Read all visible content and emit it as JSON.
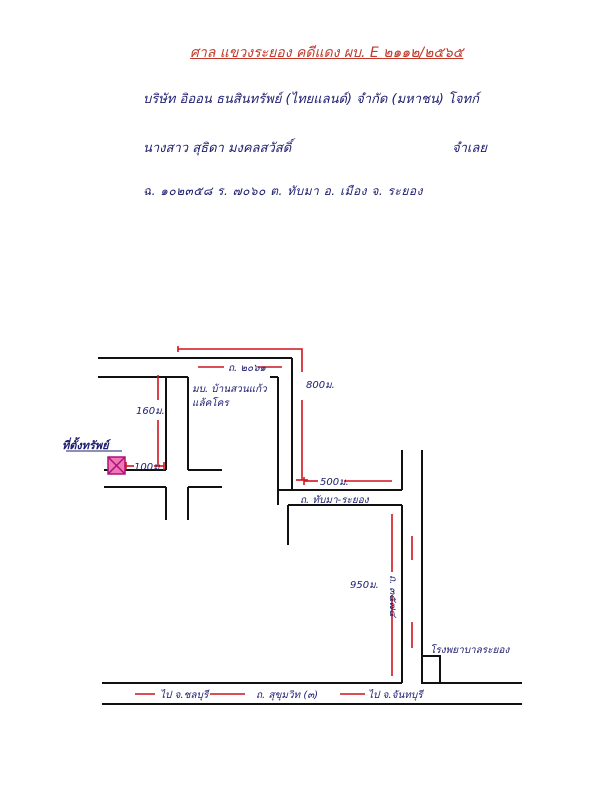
{
  "header": {
    "title": "ศาล แขวงระยอง คดีแดง ผบ. E ๒๑๑๒/๒๕๖๕",
    "line1": "บริษัท อิออน ธนสินทรัพย์ (ไทยแลนด์) จำกัด (มหาชน) โจทก์",
    "line2": "นางสาว สุธิดา มงคลสวัสดิ์",
    "line2_right": "จำเลย",
    "line3": "ฉ. ๑๐๒๓๕๘ ร. ๗๐๖๐ ต. ทับมา อ. เมือง จ. ระยอง"
  },
  "map": {
    "roads": {
      "road_2061": "ถ. ๒๐๖๑",
      "road_thapma": "ถ. ทับมา-ระยอง",
      "road_3574": "ถ. ๓๕๗๔",
      "sukhumvit": "ถ. สุขุมวิท (๓)",
      "to_chonburi": "ไป จ.ชลบุรี",
      "to_chanthaburi": "ไป จ.จันทบุรี"
    },
    "places": {
      "property": "ที่ตั้งทรัพย์",
      "village": "มบ. บ้านสวนแก้ว",
      "village_sub": "แล้คโคร",
      "hospital": "โรงพยาบาลระยอง"
    },
    "distances": {
      "d100": "100ม.",
      "d160": "160ม.",
      "d800": "800ม.",
      "d500": "500ม.",
      "d950": "950ม."
    },
    "colors": {
      "road": "#111111",
      "distance_line": "#d0141e",
      "property_fill": "#ec78b4",
      "property_border": "#b0107a",
      "ink": "#1c1c6e"
    }
  }
}
